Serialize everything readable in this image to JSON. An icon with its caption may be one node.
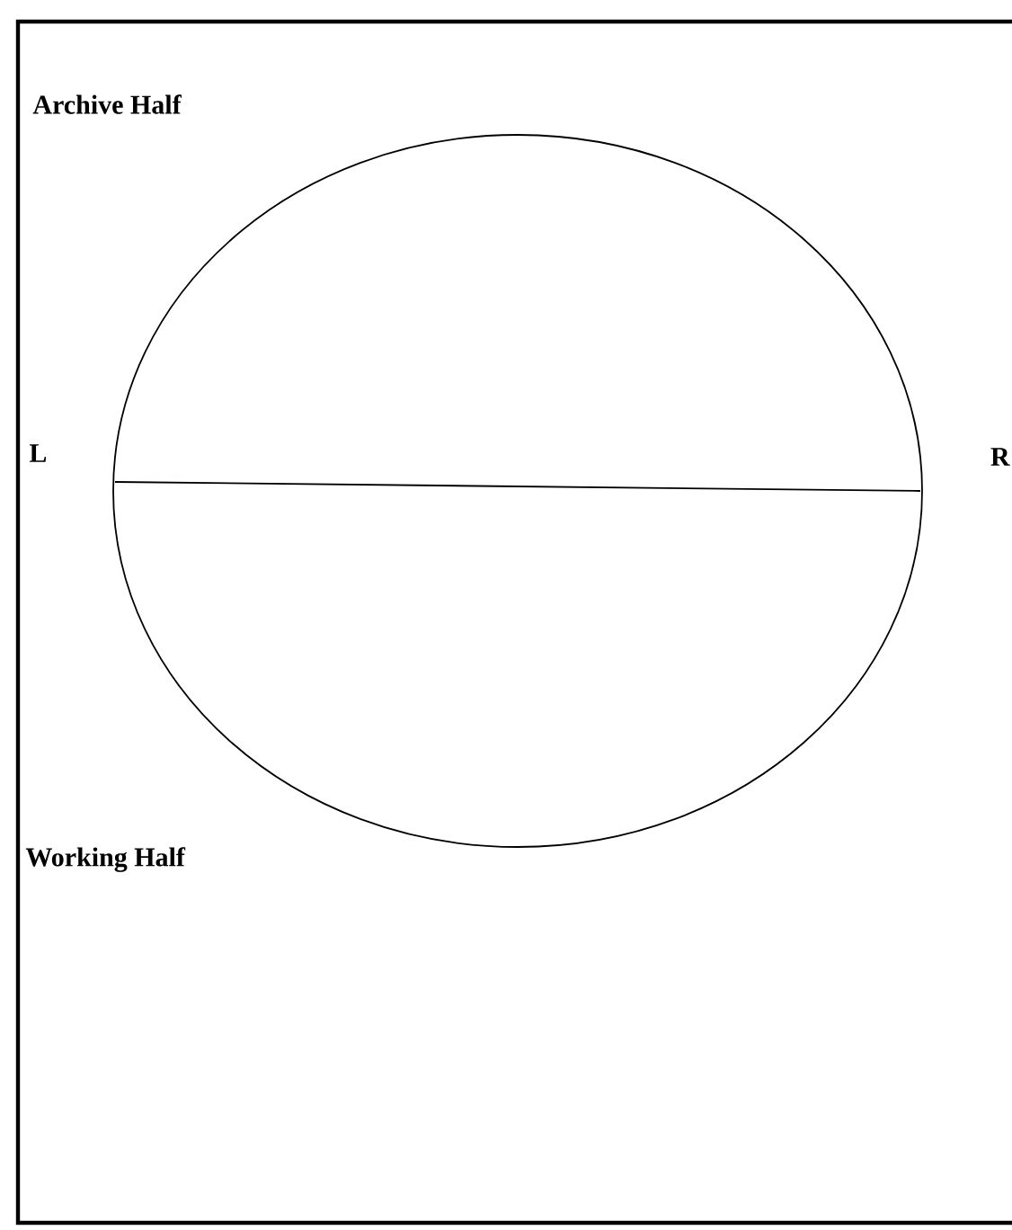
{
  "diagram": {
    "labels": [
      "Archive Half",
      "L",
      "R",
      "Working Half"
    ]
  }
}
